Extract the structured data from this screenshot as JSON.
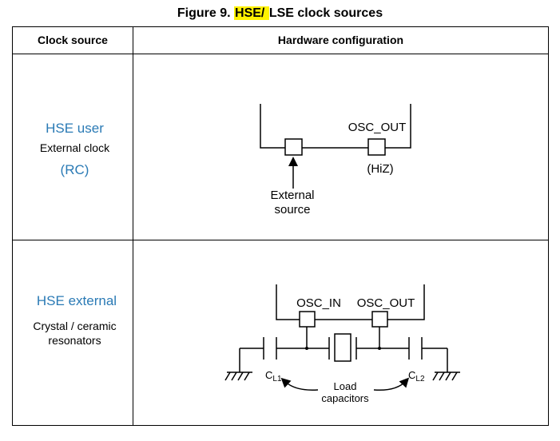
{
  "figure": {
    "title_prefix": "Figure 9. ",
    "title_highlight": "HSE/ ",
    "title_rest": "LSE clock sources",
    "highlight_color": "#fff200"
  },
  "table": {
    "header_source": "Clock source",
    "header_config": "Hardware configuration",
    "rows": [
      {
        "name": "HSE user",
        "subtitle": "External clock",
        "extra": "(RC)",
        "diagram": {
          "pin_label": "OSC_OUT",
          "pin_state": "(HiZ)",
          "input_label_line1": "External",
          "input_label_line2": "source"
        }
      },
      {
        "name": "HSE external",
        "subtitle_line1": "Crystal / ceramic",
        "subtitle_line2": "resonators",
        "diagram": {
          "pin1_label": "OSC_IN",
          "pin2_label": "OSC_OUT",
          "cap1_label": "C",
          "cap1_sub": "L1",
          "cap2_label": "C",
          "cap2_sub": "L2",
          "load_line1": "Load",
          "load_line2": "capacitors"
        }
      }
    ]
  },
  "colors": {
    "source_name": "#2a7ab5",
    "lines": "#000000"
  }
}
